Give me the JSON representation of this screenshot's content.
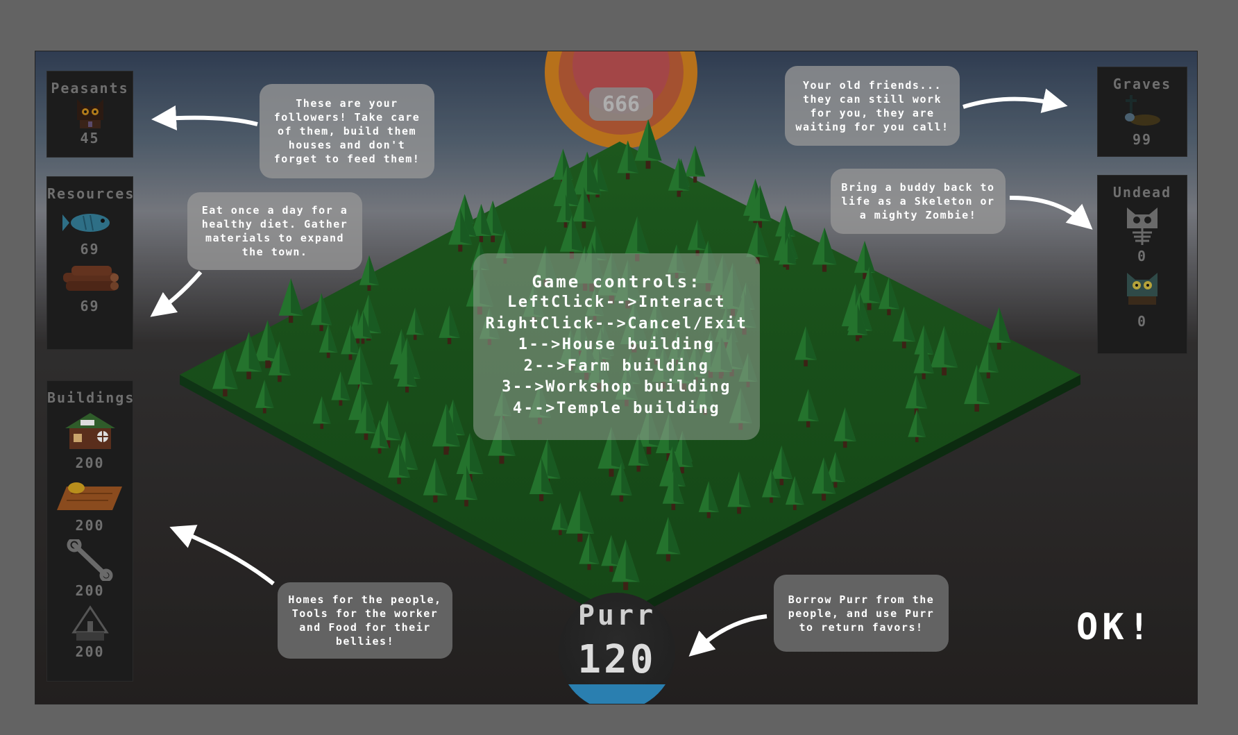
{
  "colors": {
    "background": "#636363",
    "grass": "#1f6b22",
    "tree": "#2f9a3c",
    "panel": "#1c1c1c",
    "bubble": "#969696",
    "purr_water": "#2a7fb0"
  },
  "sun": {
    "value": "666"
  },
  "panels": {
    "peasants": {
      "title": "Peasants",
      "count": "45",
      "icon": "cat-icon"
    },
    "resources": {
      "title": "Resources",
      "items": [
        {
          "icon": "fish-icon",
          "count": "69"
        },
        {
          "icon": "wood-logs-icon",
          "count": "69"
        }
      ]
    },
    "buildings": {
      "title": "Buildings",
      "items": [
        {
          "icon": "house-icon",
          "count": "200"
        },
        {
          "icon": "farm-icon",
          "count": "200"
        },
        {
          "icon": "wrench-icon",
          "count": "200"
        },
        {
          "icon": "temple-icon",
          "count": "200"
        }
      ]
    },
    "graves": {
      "title": "Graves",
      "count": "99",
      "icon": "grave-icon"
    },
    "undead": {
      "title": "Undead",
      "items": [
        {
          "icon": "skeleton-cat-icon",
          "count": "0"
        },
        {
          "icon": "zombie-cat-icon",
          "count": "0"
        }
      ]
    }
  },
  "tips": {
    "peasants": [
      "These are your",
      "followers! Take care",
      "of them, build them",
      "houses and don't",
      "forget to feed them!"
    ],
    "resources": [
      "Eat once a day for a",
      "healthy diet. Gather",
      "materials to expand",
      "the town."
    ],
    "buildings": [
      "Homes for the people,",
      "Tools for the worker",
      "and Food for their",
      "bellies!"
    ],
    "graves": [
      "Your old friends...",
      "they can still work",
      "for you, they are",
      "waiting for you call!"
    ],
    "undead": [
      "Bring a buddy back to",
      "life as a Skeleton or",
      "a mighty Zombie!"
    ],
    "purr": [
      "Borrow Purr from the",
      "people, and use Purr",
      "to return favors!"
    ]
  },
  "controls": {
    "title": "Game controls:",
    "lines": [
      "LeftClick-->Interact",
      "RightClick-->Cancel/Exit",
      "1-->House building",
      "2-->Farm building",
      "3-->Workshop building",
      "4-->Temple building"
    ]
  },
  "purr": {
    "label": "Purr",
    "value": "120"
  },
  "ok_label": "OK!"
}
